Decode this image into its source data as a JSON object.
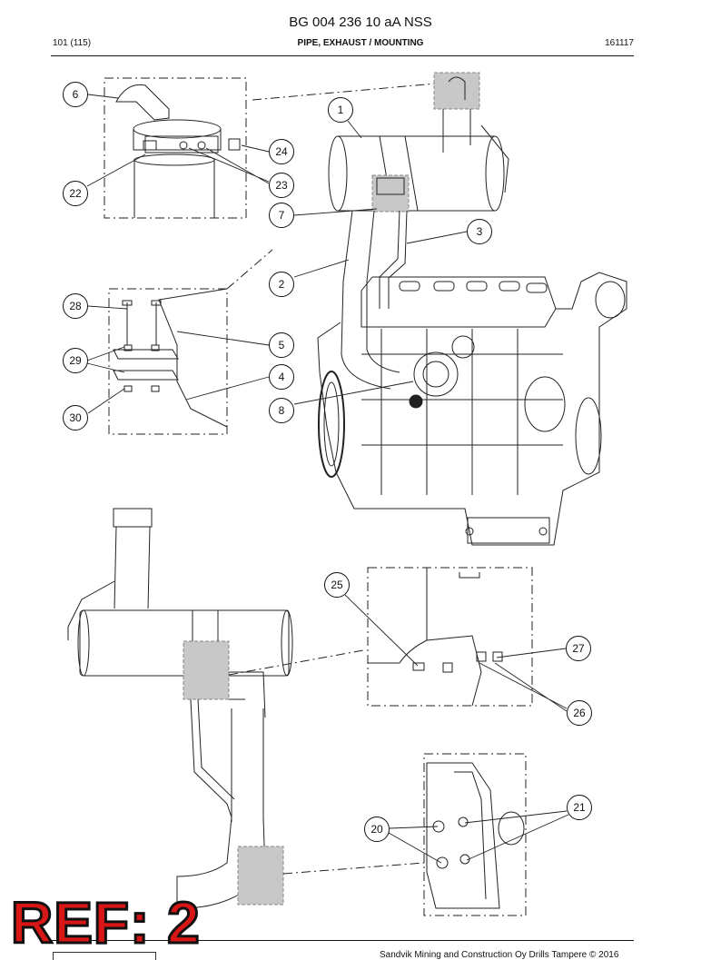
{
  "header": {
    "title": "BG 004 236 10 aA NSS",
    "page_ref": "101 (115)",
    "section": "PIPE, EXHAUST / MOUNTING",
    "date_code": "161117"
  },
  "footer": {
    "copyright": "Sandvik Mining and Construction Oy Drills Tampere © 2016"
  },
  "stamp": {
    "text": "REF: 2",
    "color": "#d91616"
  },
  "callouts": [
    {
      "id": "c6",
      "label": "6"
    },
    {
      "id": "c1",
      "label": "1"
    },
    {
      "id": "c24",
      "label": "24"
    },
    {
      "id": "c23",
      "label": "23"
    },
    {
      "id": "c22",
      "label": "22"
    },
    {
      "id": "c7",
      "label": "7"
    },
    {
      "id": "c3",
      "label": "3"
    },
    {
      "id": "c2",
      "label": "2"
    },
    {
      "id": "c28",
      "label": "28"
    },
    {
      "id": "c5",
      "label": "5"
    },
    {
      "id": "c29",
      "label": "29"
    },
    {
      "id": "c4",
      "label": "4"
    },
    {
      "id": "c8",
      "label": "8"
    },
    {
      "id": "c30",
      "label": "30"
    },
    {
      "id": "c25",
      "label": "25"
    },
    {
      "id": "c27",
      "label": "27"
    },
    {
      "id": "c26",
      "label": "26"
    },
    {
      "id": "c21",
      "label": "21"
    },
    {
      "id": "c20",
      "label": "20"
    }
  ]
}
